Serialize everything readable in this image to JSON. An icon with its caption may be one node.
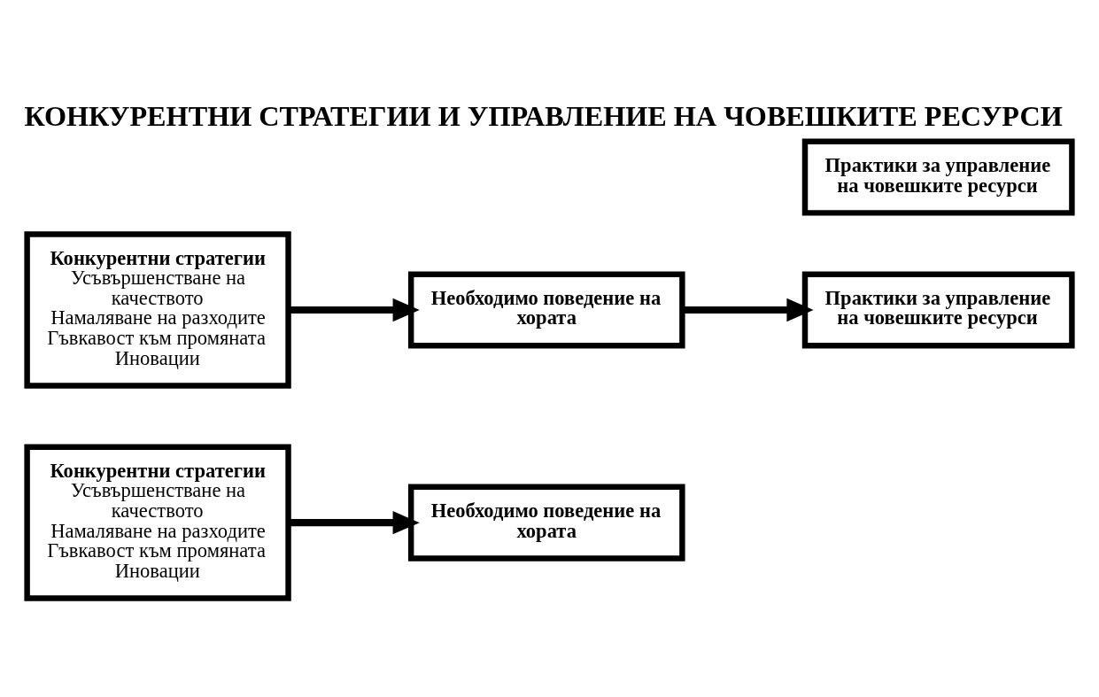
{
  "diagram": {
    "title": "КОНКУРЕНТНИ СТРАТЕГИИ И УПРАВЛЕНИЕ НА ЧОВЕШКИТЕ РЕСУРСИ",
    "nodes": [
      {
        "text": [
          "Конкурентни стратегии",
          "Усъвършенстване на качеството",
          "Намаляване на разходите",
          "Гъвкавост към промяната",
          "Иновации"
        ]
      },
      {
        "text": [
          "Конкурентни стратегии",
          "Усъвършенстване на качеството",
          "Намаляване на разходите",
          "Гъвкавост към промяната",
          "Иновации"
        ]
      },
      {
        "text": [
          "Необходимо поведение на хората"
        ]
      },
      {
        "text": [
          "Необходимо поведение на хората"
        ]
      },
      {
        "text": [
          "Практики за управление на човешките ресурси"
        ]
      },
      {
        "text": [
          "Практики за управление на човешките ресурси"
        ]
      }
    ],
    "edges": [
      {
        "from": 0,
        "to": 2,
        "arrow": "to"
      },
      {
        "from": 1,
        "to": 3,
        "arrow": "to"
      },
      {
        "from": 3,
        "to": 4,
        "arrow": "to"
      }
    ]
  }
}
